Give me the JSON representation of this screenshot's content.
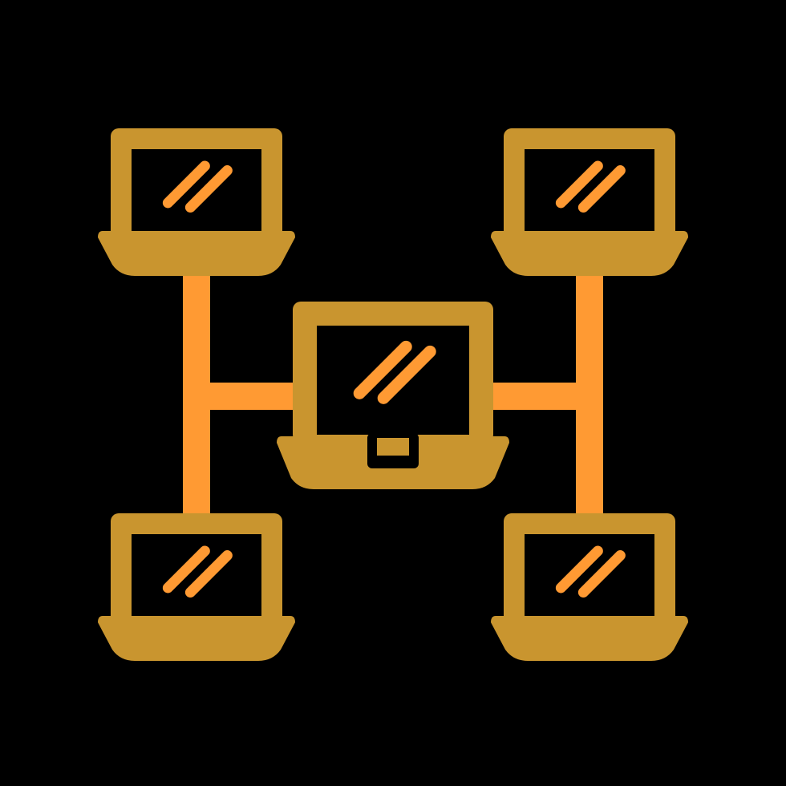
{
  "icon": {
    "name": "laptop-network-icon",
    "description_free": true
  },
  "colors": {
    "background": "#000000",
    "laptop_body": "#C9952F",
    "accent": "#FF9A33"
  },
  "nodes": [
    {
      "id": "top-left",
      "icon": "laptop-icon"
    },
    {
      "id": "top-right",
      "icon": "laptop-icon"
    },
    {
      "id": "center",
      "icon": "laptop-icon"
    },
    {
      "id": "bottom-left",
      "icon": "laptop-icon"
    },
    {
      "id": "bottom-right",
      "icon": "laptop-icon"
    }
  ]
}
